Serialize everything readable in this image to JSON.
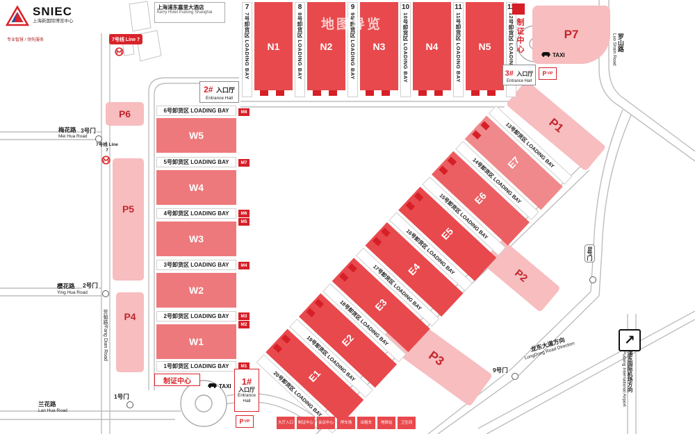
{
  "watermark": "地图导览",
  "logo": {
    "name": "SNIEC",
    "cn": "上海新国际博览中心",
    "tagline": "专业智慧 / 领先服务"
  },
  "hotel": {
    "cn": "上海浦东嘉里大酒店",
    "en": "Kerry Hotel Pudong Shanghai"
  },
  "metro": {
    "label": "7号线 Line 7"
  },
  "north": {
    "numbers": [
      "7",
      "8",
      "9",
      "10",
      "11",
      "12"
    ],
    "strips": [
      "7号卸货区 LOADING BAY",
      "8号卸货区 LOADING BAY",
      "9号卸货区 LOADING BAY",
      "10号卸货区 LOADING BAY",
      "11号卸货区 LOADING BAY",
      "12号卸货区 LOADING BAY"
    ],
    "halls": [
      "N1",
      "N2",
      "N3",
      "N4",
      "N5"
    ]
  },
  "west": {
    "strips": [
      "6号卸货区 LOADING BAY",
      "5号卸货区 LOADING BAY",
      "4号卸货区 LOADING BAY",
      "3号卸货区 LOADING BAY",
      "2号卸货区 LOADING BAY",
      "1号卸货区 LOADING BAY"
    ],
    "halls": [
      "W5",
      "W4",
      "W3",
      "W2",
      "W1"
    ],
    "markers": [
      "M8",
      "M7",
      "M6",
      "M5",
      "M4",
      "M3",
      "M2",
      "M1"
    ]
  },
  "east": {
    "strips": [
      "13号卸货区 LOADING BAY",
      "14号卸货区 LOADING BAY",
      "15号卸货区 LOADING BAY",
      "16号卸货区 LOADING BAY",
      "17号卸货区 LOADING BAY",
      "18号卸货区 LOADING BAY",
      "19号卸货区 LOADING BAY",
      "20号卸货区 LOADING BAY"
    ],
    "halls": [
      "E7",
      "E6",
      "E5",
      "E4",
      "E3",
      "E2",
      "E1"
    ]
  },
  "parking": {
    "p1": "P1",
    "p2": "P2",
    "p3": "P3",
    "p4": "P4",
    "p5": "P5",
    "p6": "P6",
    "p7": "P7"
  },
  "entrances": {
    "e1": {
      "num": "1#",
      "cn": "入口厅",
      "en1": "Entrance",
      "en2": "Hall"
    },
    "e2": {
      "num": "2#",
      "cn": "入口厅",
      "en": "Entrance Hall"
    },
    "e3": {
      "num": "3#",
      "cn": "入口厅",
      "en": "Entrance Hall"
    }
  },
  "badge_center": "制证中心",
  "taxi": "TAXI",
  "pvip": {
    "p": "P",
    "vip": "VIP"
  },
  "gates": {
    "g1": "1号门",
    "g2": "2号门",
    "g3": "3号门",
    "g8": "8号门",
    "g9": "9号门"
  },
  "roads": {
    "meihua_cn": "梅花路",
    "meihua_en": "Mei Hua Road",
    "yinghua_cn": "樱花路",
    "yinghua_en": "Ying Hua Road",
    "lanhua_cn": "兰花路",
    "lanhua_en": "Lan Hua Road",
    "fangdian": "芳甸路/Fang Dian Road",
    "luoshan_cn": "罗山路",
    "luoshan_en": "Luo Shain Road",
    "longdong_cn": "龙东大道方向",
    "longdong_en": "LongDong Road Direction",
    "airport_cn": "浦东国际机场方向",
    "airport_en": "Pudong International Airport"
  },
  "legend": [
    "大厅入口",
    "制证中心",
    "会议中心",
    "停车场",
    "出租车",
    "地铁站",
    "卫生间"
  ],
  "colors": {
    "hall_red": "#e8494d",
    "hall_west": "#ee797c",
    "parking_pink": "#f7bdbf",
    "parking_text": "#c2262c",
    "marker_red": "#d61f27"
  }
}
